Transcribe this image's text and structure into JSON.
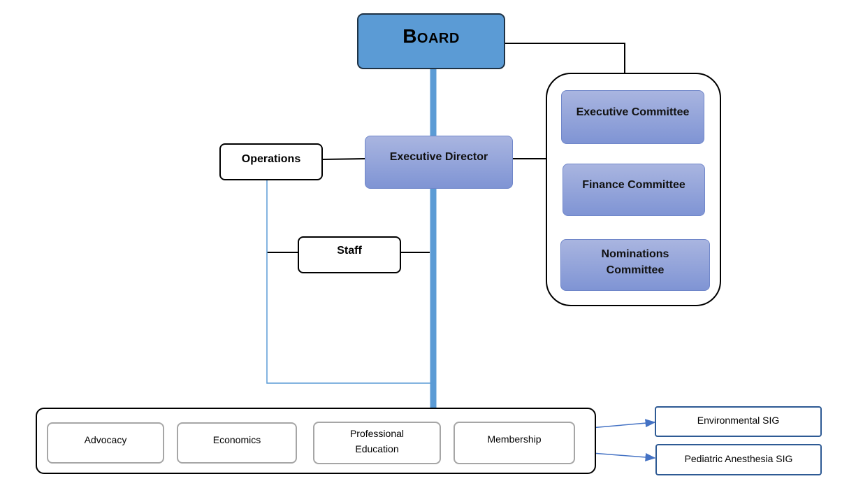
{
  "board": {
    "label": "Board"
  },
  "executive_director": {
    "label": "Executive Director"
  },
  "operations": {
    "label": "Operations"
  },
  "staff": {
    "label": "Staff"
  },
  "committees": [
    {
      "label": "Executive Committee"
    },
    {
      "label": "Finance Committee"
    },
    {
      "label": "Nominations Committee"
    }
  ],
  "departments": [
    {
      "label": "Advocacy"
    },
    {
      "label": "Economics"
    },
    {
      "label": "Professional Education"
    },
    {
      "label": "Membership"
    }
  ],
  "sigs": [
    {
      "label": "Environmental SIG"
    },
    {
      "label": "Pediatric Anesthesia SIG"
    }
  ],
  "colors": {
    "board_fill": "#5b9bd5",
    "trunk_line": "#5b9bd5",
    "box_gradient_top": "#a9b5e0",
    "box_gradient_bottom": "#7f94d4",
    "sig_border": "#2e5a94"
  }
}
